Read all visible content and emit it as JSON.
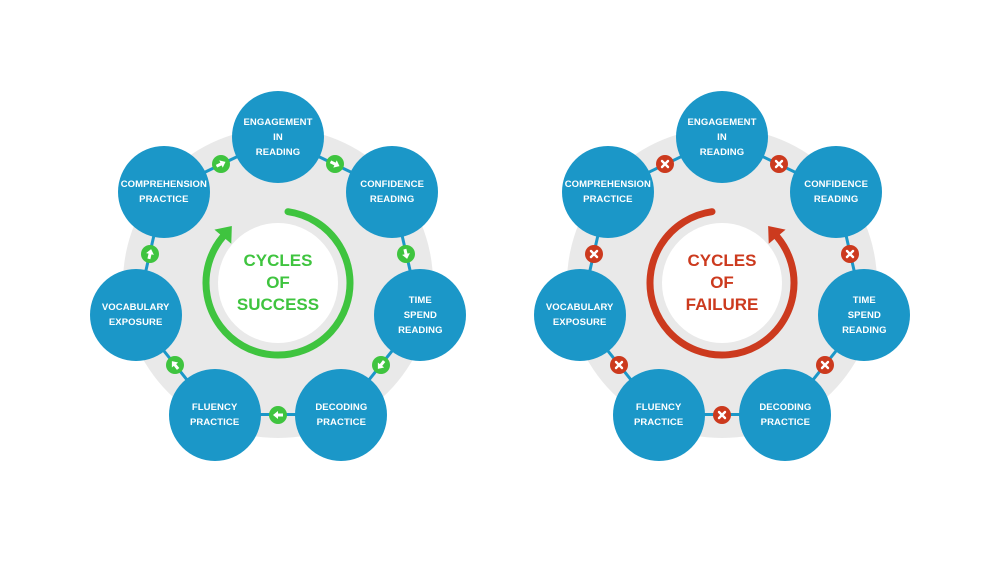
{
  "colors": {
    "node_fill": "#1b97c8",
    "success_accent": "#3fc43f",
    "failure_accent": "#cc3a1e",
    "background_blob": "#e9e9e9",
    "node_text": "#ffffff"
  },
  "cycles": [
    {
      "id": "success",
      "title": "CYCLES\nOF\nSUCCESS",
      "accent": "#3fc43f",
      "direction": "clockwise",
      "connector_icon": "arrow-icon",
      "nodes": [
        "ENGAGEMENT\nIN\nREADING",
        "CONFIDENCE\nREADING",
        "TIME\nSPEND\nREADING",
        "DECODING\nPRACTICE",
        "FLUENCY\nPRACTICE",
        "VOCABULARY\nEXPOSURE",
        "COMPREHENSION\nPRACTICE"
      ]
    },
    {
      "id": "failure",
      "title": "CYCLES\nOF\nFAILURE",
      "accent": "#cc3a1e",
      "direction": "counterclockwise",
      "connector_icon": "cross-icon",
      "nodes": [
        "ENGAGEMENT\nIN\nREADING",
        "CONFIDENCE\nREADING",
        "TIME\nSPEND\nREADING",
        "DECODING\nPRACTICE",
        "FLUENCY\nPRACTICE",
        "VOCABULARY\nEXPOSURE",
        "COMPREHENSION\nPRACTICE"
      ]
    }
  ]
}
